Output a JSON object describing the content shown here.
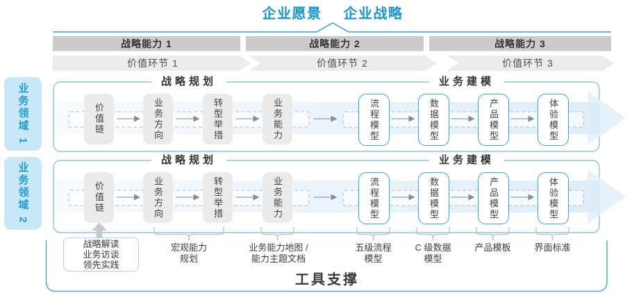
{
  "title": {
    "vision": "企业愿景",
    "strategy": "企业战略"
  },
  "capability_bands": [
    {
      "label": "战略能力 1"
    },
    {
      "label": "战略能力 2"
    },
    {
      "label": "战略能力 3"
    }
  ],
  "value_chain_bands": [
    {
      "label": "价值环节 1"
    },
    {
      "label": "价值环节 2"
    },
    {
      "label": "价值环节 3"
    }
  ],
  "rows": [
    {
      "domain": "业务领域 1",
      "planning_header": "战略规划",
      "modeling_header": "业务建模",
      "boxes": [
        "价值链",
        "业务方向",
        "转型举措",
        "业务能力",
        "流程模型",
        "数据模型",
        "产品模型",
        "体验模型"
      ]
    },
    {
      "domain": "业务领域 2",
      "planning_header": "战略规划",
      "modeling_header": "业务建模",
      "boxes": [
        "价值链",
        "业务方向",
        "转型举措",
        "业务能力",
        "流程模型",
        "数据模型",
        "产品模型",
        "体验模型"
      ]
    }
  ],
  "annotations": {
    "callout": {
      "lines": [
        "战略解读",
        "业务访谈",
        "领先实践"
      ]
    },
    "braces": [
      {
        "lines": [
          "宏观能力",
          "规划"
        ]
      },
      {
        "lines": [
          "业务能力地图 /",
          "能力主题文档"
        ]
      },
      {
        "lines": [
          "五级流程",
          "模型"
        ]
      },
      {
        "lines": [
          "C 级数据",
          "模型"
        ]
      },
      {
        "lines": [
          "产品模板"
        ]
      },
      {
        "lines": [
          "界面标准"
        ]
      }
    ]
  },
  "tool_support": {
    "label": "工具支撑"
  },
  "colors": {
    "accent_blue": "#1795cf",
    "panel_border": "#85c6e6",
    "box_border": "#3ba3d6",
    "band_dark": "#cbcbcb",
    "band_light": "#ececec",
    "domain_fill": "#c8e8f8",
    "arrow_fill": "#dcedf8",
    "tool_border": "#4dabd7"
  }
}
